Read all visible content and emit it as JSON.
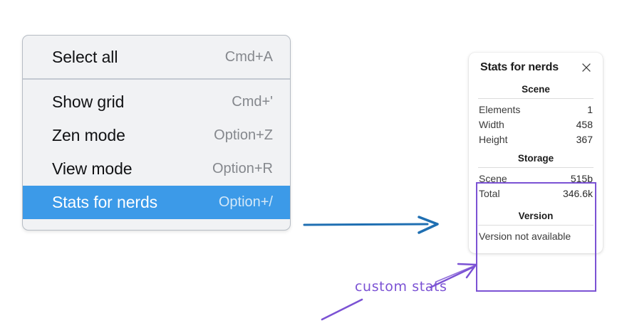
{
  "context_menu": {
    "groups": [
      {
        "items": [
          {
            "label": "Select all",
            "shortcut": "Cmd+A",
            "selected": false
          }
        ]
      },
      {
        "items": [
          {
            "label": "Show grid",
            "shortcut": "Cmd+'",
            "selected": false
          },
          {
            "label": "Zen mode",
            "shortcut": "Option+Z",
            "selected": false
          },
          {
            "label": "View mode",
            "shortcut": "Option+R",
            "selected": false
          },
          {
            "label": "Stats for nerds",
            "shortcut": "Option+/",
            "selected": true
          }
        ]
      }
    ],
    "highlight_color": "#3c9ae8"
  },
  "stats_panel": {
    "title": "Stats for nerds",
    "close_icon": "close-icon",
    "sections": [
      {
        "heading": "Scene",
        "rows": [
          {
            "key": "Elements",
            "value": "1"
          },
          {
            "key": "Width",
            "value": "458"
          },
          {
            "key": "Height",
            "value": "367"
          }
        ]
      },
      {
        "heading": "Storage",
        "rows": [
          {
            "key": "Scene",
            "value": "515b"
          },
          {
            "key": "Total",
            "value": "346.6k"
          }
        ]
      },
      {
        "heading": "Version",
        "note": "Version not available"
      }
    ]
  },
  "annotations": {
    "label": "custom stats",
    "label_color": "#7b52d4",
    "highlight_box_color": "#7b52d4",
    "flow_arrow_color": "#1f6fb2"
  }
}
